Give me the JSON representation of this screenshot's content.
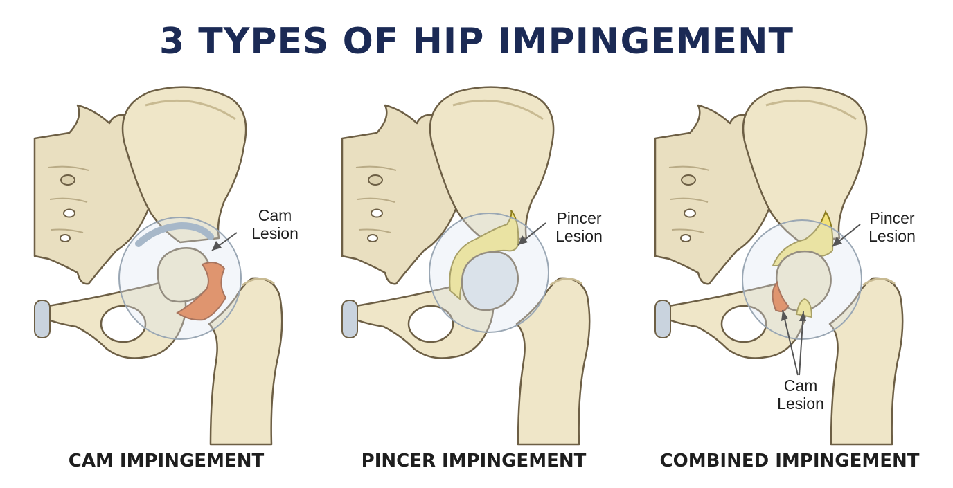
{
  "title": "3 TYPES OF HIP IMPINGEMENT",
  "colors": {
    "title": "#1b2a55",
    "bone": "#efe6c8",
    "bone_outline": "#6d5f45",
    "cartilage": "#d9e0e6",
    "cam_lesion": "#e06a2a",
    "pincer_lesion": "#f2e27a"
  },
  "panels": [
    {
      "caption": "CAM IMPINGEMENT",
      "labels": [
        {
          "line1": "Cam",
          "line2": "Lesion"
        }
      ]
    },
    {
      "caption": "PINCER IMPINGEMENT",
      "labels": [
        {
          "line1": "Pincer",
          "line2": "Lesion"
        }
      ]
    },
    {
      "caption": "COMBINED IMPINGEMENT",
      "labels": [
        {
          "line1": "Pincer",
          "line2": "Lesion"
        },
        {
          "line1": "Cam",
          "line2": "Lesion"
        }
      ]
    }
  ]
}
